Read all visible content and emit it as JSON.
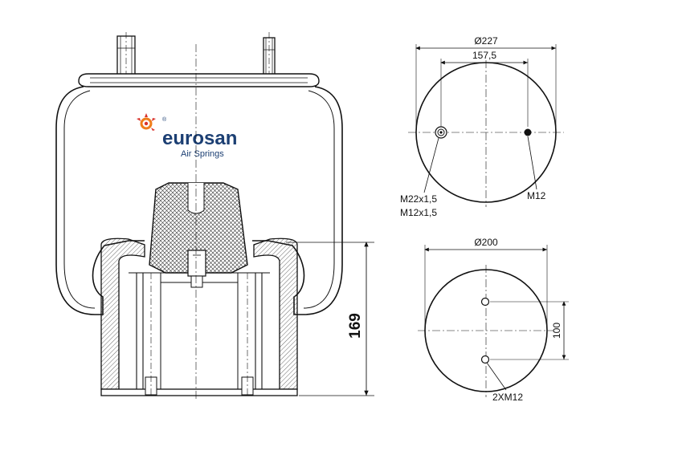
{
  "logo": {
    "brand": "eurosan",
    "subtitle": "Air Springs",
    "registered": "®",
    "colors": {
      "brand_text": "#1c3f73",
      "accent_orange": "#f07d1a",
      "accent_red": "#d9322b"
    }
  },
  "side_view": {
    "height_dimension": "169"
  },
  "top_plate": {
    "diameter_label": "Ø227",
    "bolt_spacing_label": "157,5",
    "left_thread_label_1": "M22x1,5",
    "left_thread_label_2": "M12x1,5",
    "right_thread_label": "M12"
  },
  "bottom_plate": {
    "diameter_label": "Ø200",
    "hole_spacing_label": "100",
    "holes_label": "2XM12"
  },
  "colors": {
    "line": "#111111",
    "hatch": "#555555",
    "rubber": "#cfcfcf"
  }
}
